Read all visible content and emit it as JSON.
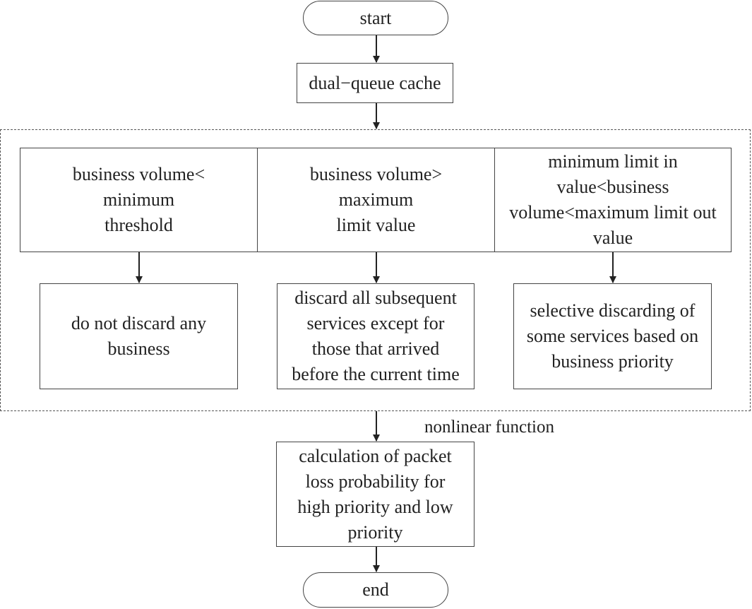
{
  "nodes": {
    "start": {
      "text": "start"
    },
    "cache": {
      "text": "dual−queue cache"
    },
    "cond_low": {
      "lines": [
        "business volume<",
        "minimum",
        "threshold"
      ]
    },
    "cond_high": {
      "lines": [
        "business volume>",
        "maximum",
        "limit value"
      ]
    },
    "cond_mid": {
      "lines": [
        "minimum limit in",
        "value<business",
        "volume<maximum limit out",
        "value"
      ]
    },
    "action_low": {
      "lines": [
        "do not discard any",
        "business"
      ]
    },
    "action_high": {
      "lines": [
        "discard all subsequent",
        "services except for",
        "those that arrived",
        "before the current time"
      ]
    },
    "action_mid": {
      "lines": [
        "selective discarding of",
        "some services based on",
        "business priority"
      ]
    },
    "calc": {
      "lines": [
        "calculation of packet",
        "loss probability for",
        "high priority and low",
        "priority"
      ]
    },
    "end": {
      "text": "end"
    }
  },
  "edges": {
    "to_calc_label": "nonlinear function"
  }
}
